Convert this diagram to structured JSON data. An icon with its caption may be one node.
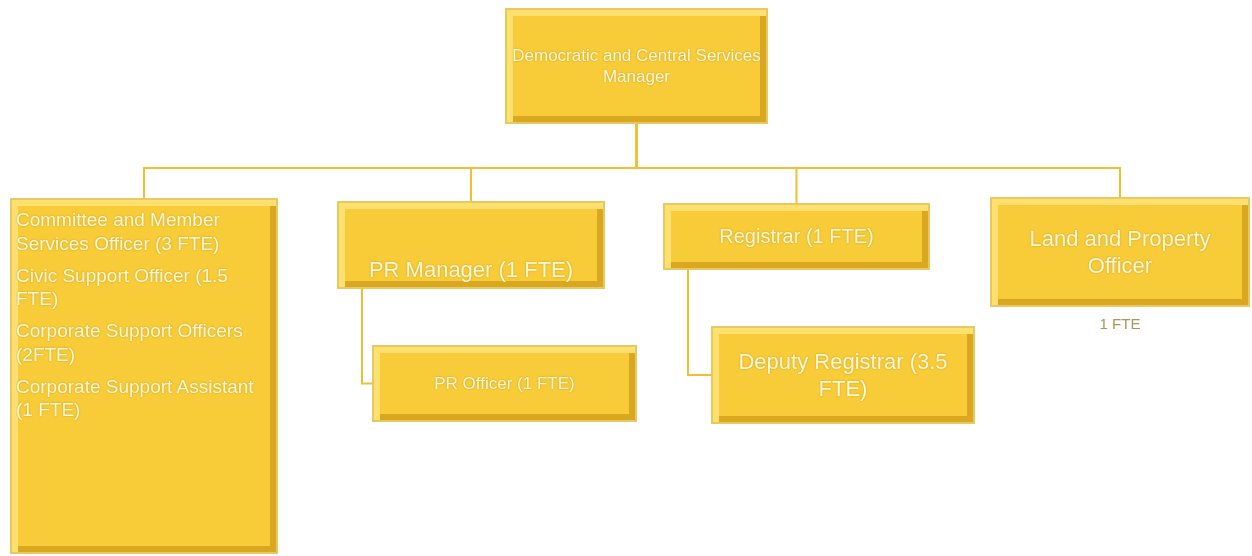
{
  "diagram": {
    "nodes": [
      {
        "text": [
          "Democratic and Central Services Manager"
        ]
      },
      {
        "text": [
          "Committee and Member Services Officer (3 FTE)",
          "Civic Support Officer (1.5 FTE)",
          "Corporate Support Officers (2FTE)",
          "Corporate Support Assistant (1 FTE)"
        ]
      },
      {
        "text": [
          "PR Manager (1 FTE)"
        ]
      },
      {
        "text": [
          "Registrar (1 FTE)"
        ]
      },
      {
        "text": [
          "Land and Property Officer"
        ],
        "beside": [
          "1 FTE"
        ]
      },
      {
        "text": [
          "PR Officer (1 FTE)"
        ]
      },
      {
        "text": [
          "Deputy Registrar (3.5 FTE)"
        ]
      }
    ],
    "edges": [
      {
        "from": 0,
        "to": 1,
        "arrow": "none"
      },
      {
        "from": 0,
        "to": 2,
        "arrow": "none"
      },
      {
        "from": 0,
        "to": 3,
        "arrow": "none"
      },
      {
        "from": 0,
        "to": 4,
        "arrow": "none"
      },
      {
        "from": 2,
        "to": 5,
        "arrow": "none"
      },
      {
        "from": 3,
        "to": 6,
        "arrow": "none"
      }
    ]
  }
}
